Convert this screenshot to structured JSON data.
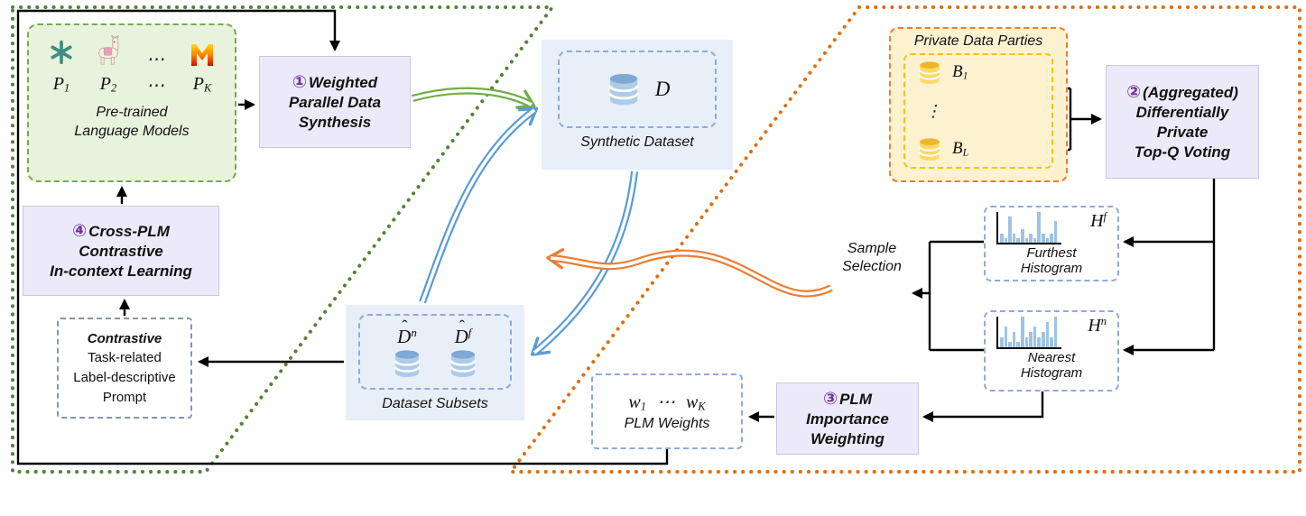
{
  "colors": {
    "green_region_border": "#538135",
    "orange_region_border": "#e36c09",
    "plm_box_bg": "#e8f3de",
    "plm_box_border": "#70ad47",
    "step_box_bg": "#eceaf8",
    "step_number": "#7030a0",
    "dataset_box_bg": "#e8eff8",
    "dataset_dash_border": "#8eaadb",
    "private_box_bg": "#fdf2d0",
    "private_outer_border": "#ed7d31",
    "private_inner_border": "#ffc000",
    "db_blue": "#9dc3e6",
    "db_yellow": "#ffd966",
    "arrow_blue": "#5b9bd5",
    "arrow_green": "#70ad47",
    "arrow_orange": "#ed7d31",
    "arrow_black": "#000000"
  },
  "plm_group": {
    "model1": {
      "base": "P",
      "sub": "1"
    },
    "model2": {
      "base": "P",
      "sub": "2"
    },
    "dots_top": "⋯",
    "dots_bottom": "⋯",
    "modelK": {
      "base": "P",
      "sub": "K"
    },
    "caption_line1": "Pre-trained",
    "caption_line2": "Language Models"
  },
  "step1": {
    "number": "①",
    "lines": [
      "Weighted",
      "Parallel Data",
      "Synthesis"
    ]
  },
  "step2": {
    "number": "②",
    "lines": [
      "(Aggregated)",
      "Differentially",
      "Private",
      "Top-Q Voting"
    ]
  },
  "step3": {
    "number": "③",
    "lines": [
      "PLM",
      "Importance",
      "Weighting"
    ]
  },
  "step4": {
    "number": "④",
    "lines": [
      "Cross-PLM",
      "Contrastive",
      "In-context Learning"
    ]
  },
  "synthetic_dataset": {
    "symbol": "D",
    "caption": "Synthetic Dataset"
  },
  "dataset_subsets": {
    "hat": "ˆ",
    "n": {
      "base": "D",
      "sup": "n"
    },
    "f": {
      "base": "D",
      "sup": "f"
    },
    "caption": "Dataset Subsets"
  },
  "private_parties": {
    "title": "Private Data Parties",
    "b1": {
      "base": "B",
      "sub": "1"
    },
    "dots": "⋮",
    "bL": {
      "base": "B",
      "sub": "L"
    }
  },
  "furthest_histogram": {
    "symbol": {
      "base": "H",
      "sup": "f"
    },
    "caption_line1": "Furthest",
    "caption_line2": "Histogram",
    "bars": [
      2,
      1,
      6,
      2,
      1,
      3,
      1,
      2,
      1,
      7,
      2,
      1,
      2,
      5
    ]
  },
  "nearest_histogram": {
    "symbol": {
      "base": "H",
      "sup": "n"
    },
    "caption_line1": "Nearest",
    "caption_line2": "Histogram",
    "bars": [
      2,
      4,
      1,
      3,
      1,
      6,
      2,
      3,
      4,
      2,
      3,
      5,
      2,
      6
    ]
  },
  "sample_selection": {
    "line1": "Sample",
    "line2": "Selection"
  },
  "plm_weights": {
    "w1": {
      "base": "w",
      "sub": "1"
    },
    "dots": "⋯",
    "wK": {
      "base": "w",
      "sub": "K"
    },
    "caption": "PLM Weights"
  },
  "prompt_box": {
    "lines": [
      "Contrastive",
      "Task-related",
      "Label-descriptive",
      "Prompt"
    ]
  }
}
